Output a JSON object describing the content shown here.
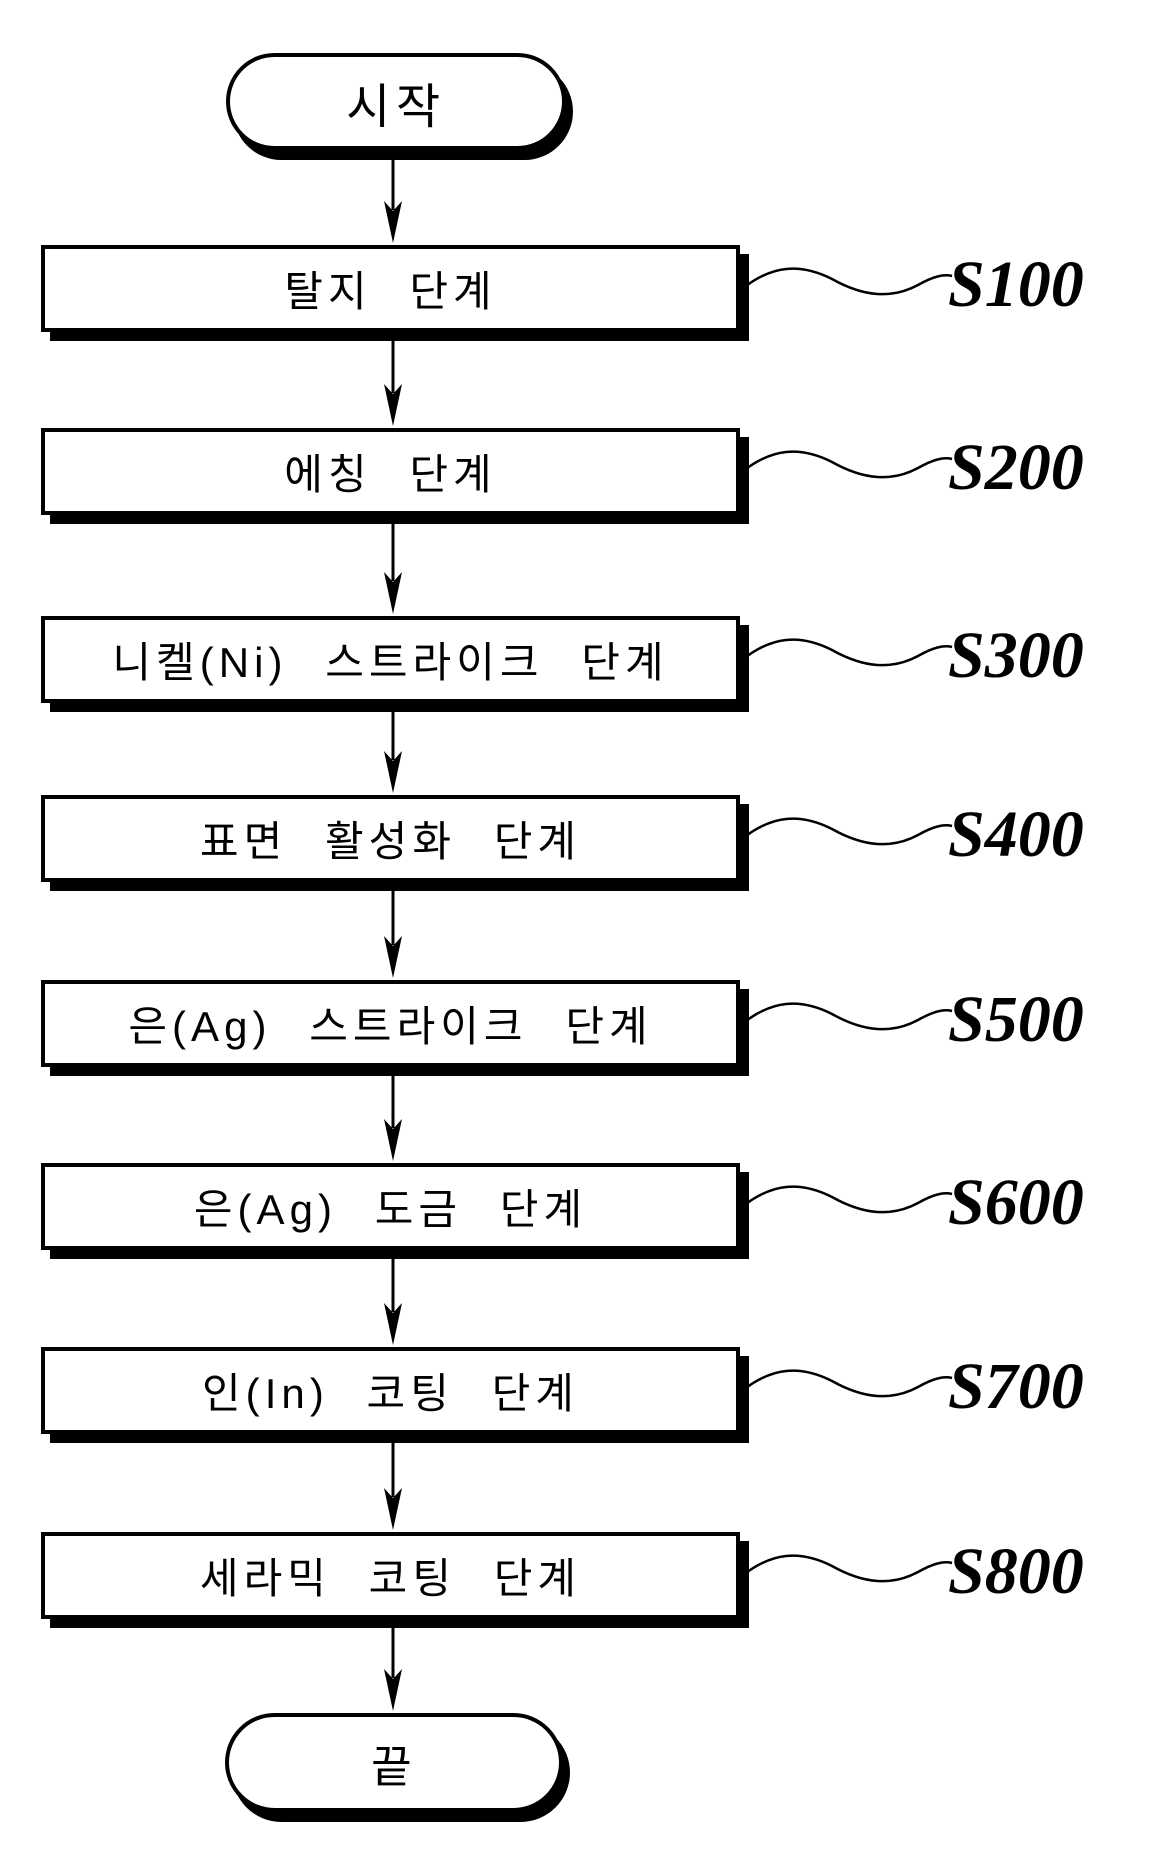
{
  "flowchart": {
    "start": {
      "label": "시작"
    },
    "end": {
      "label": "끝"
    },
    "steps": [
      {
        "label": "탈지 단계",
        "code": "S100"
      },
      {
        "label": "에칭 단계",
        "code": "S200"
      },
      {
        "label": "니켈(Ni) 스트라이크 단계",
        "code": "S300"
      },
      {
        "label": "표면 활성화 단계",
        "code": "S400"
      },
      {
        "label": "은(Ag) 스트라이크 단계",
        "code": "S500"
      },
      {
        "label": "은(Ag) 도금 단계",
        "code": "S600"
      },
      {
        "label": "인(In) 코팅 단계",
        "code": "S700"
      },
      {
        "label": "세라믹 코팅 단계",
        "code": "S800"
      }
    ]
  },
  "colors": {
    "stroke": "#000000",
    "background": "#ffffff"
  }
}
